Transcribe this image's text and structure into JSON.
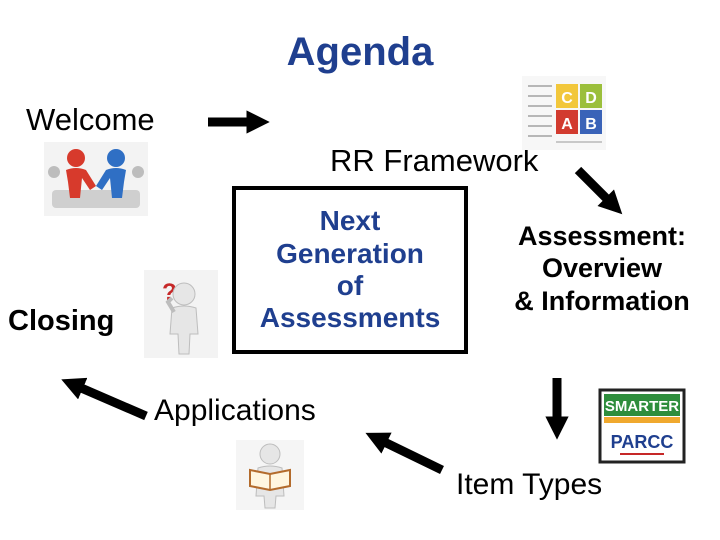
{
  "title": "Agenda",
  "nodes": {
    "welcome": "Welcome",
    "rr_framework": "RR Framework",
    "center": [
      "Next",
      "Generation",
      "of",
      "Assessments"
    ],
    "assessment": [
      "Assessment:",
      "Overview",
      "& Information"
    ],
    "item_types": "Item Types",
    "applications": "Applications",
    "closing": "Closing"
  },
  "logos": {
    "cube": [
      "C",
      "D",
      "A",
      "B"
    ],
    "badge_top": "SMARTER",
    "badge_bottom": "PARCC"
  },
  "icons": {
    "welcome": "handshake-people-icon",
    "closing": "question-person-icon",
    "rr_framework": "framework-cube-icon",
    "item_types": "assessment-logos-icon",
    "applications": "reading-person-icon"
  },
  "colors": {
    "title": "#1f3f8f",
    "center_text": "#1f3f8f",
    "arrow": "#000000"
  }
}
